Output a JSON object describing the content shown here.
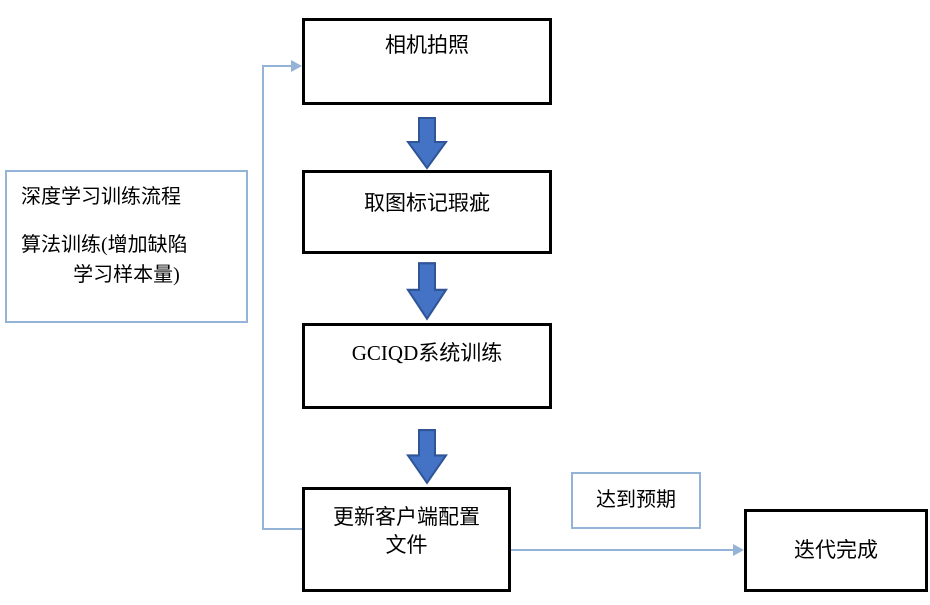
{
  "diagram": {
    "nodes": {
      "camera": {
        "label": "相机拍照"
      },
      "mark_defects": {
        "label": "取图标记瑕疵"
      },
      "system_training": {
        "label": "GCIQD系统训练"
      },
      "update_config": {
        "line1": "更新客户端配置",
        "line2": "文件"
      },
      "side_note": {
        "line1": "深度学习训练流程",
        "line2": "算法训练(增加缺陷",
        "line3": "学习样本量)"
      },
      "expectation": {
        "label": "达到预期"
      },
      "done": {
        "label": "迭代完成"
      }
    },
    "colors": {
      "box_border": "#000000",
      "light_box_border": "#95B3D7",
      "connector_line": "#95B3D7",
      "block_arrow_fill": "#4472C4",
      "block_arrow_border": "#2F5597"
    }
  }
}
